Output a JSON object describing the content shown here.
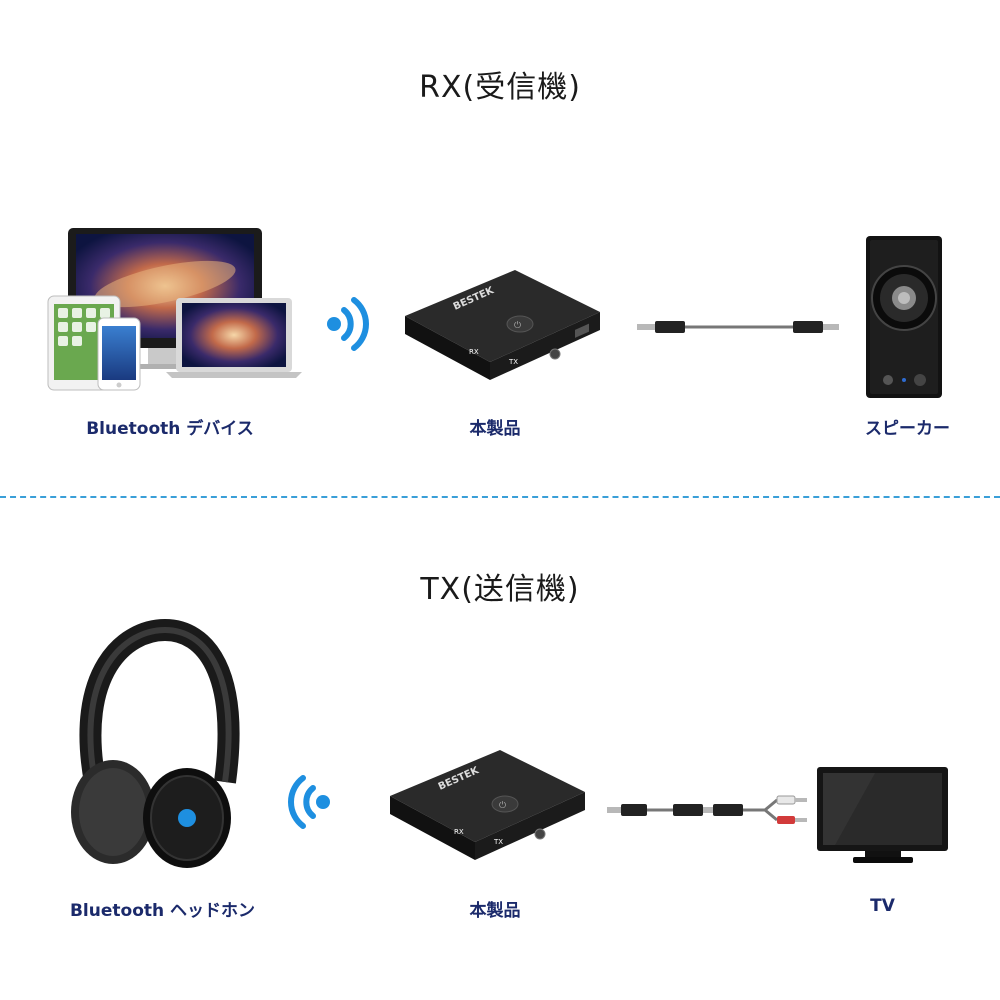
{
  "rx": {
    "title": "RX(受信機)",
    "source_label": "Bluetooth デバイス",
    "product_label": "本製品",
    "target_label": "スピーカー"
  },
  "tx": {
    "title": "TX(送信機)",
    "source_label": "Bluetooth ヘッドホン",
    "product_label": "本製品",
    "target_label": "TV"
  },
  "device": {
    "brand": "BESTEK",
    "switch_rx": "RX",
    "switch_tx": "TX"
  },
  "icons": {
    "wireless": "bluetooth-signal-icon",
    "cable_aux": "aux-cable-icon",
    "cable_rca": "rca-cable-icon"
  },
  "colors": {
    "accent_blue": "#1e8fe0",
    "label_navy": "#1b2a6b",
    "divider": "#3a9fd8"
  }
}
